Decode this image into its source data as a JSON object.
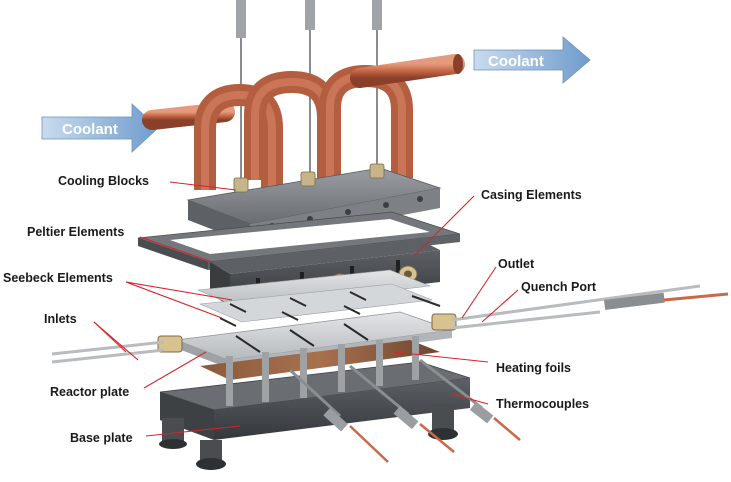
{
  "arrows": {
    "left": "Coolant",
    "right": "Coolant"
  },
  "labels": {
    "cooling_blocks": "Cooling Blocks",
    "casing_elements": "Casing Elements",
    "peltier_elements": "Peltier Elements",
    "seebeck_elements": "Seebeck Elements",
    "outlet": "Outlet",
    "quench_port": "Quench Port",
    "inlets": "Inlets",
    "heating_foils": "Heating foils",
    "reactor_plate": "Reactor plate",
    "thermocouples": "Thermocouples",
    "base_plate": "Base plate"
  },
  "colors": {
    "label_text": "#1a1a1a",
    "leader_line": "#d8232a",
    "copper_pipe": "#c86a4a",
    "coolant_arrow": "#8fb4d8",
    "metal_dark": "#4d5155",
    "metal_light": "#c9ccce"
  }
}
